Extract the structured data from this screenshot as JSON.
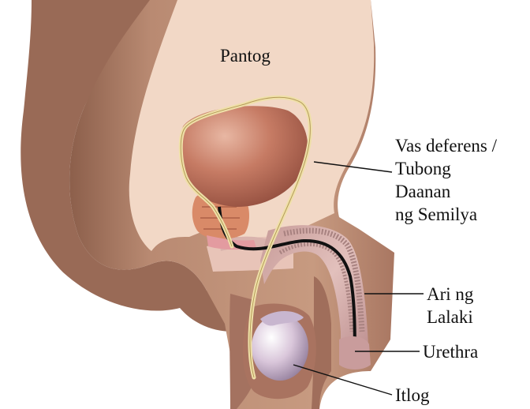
{
  "labels": {
    "bladder": "Pantog",
    "vas_line1": "Vas deferens /",
    "vas_line2": "Tubong",
    "vas_line3": "Daanan",
    "vas_line4": "ng Semilya",
    "penis_line1": "Ari ng",
    "penis_line2": "Lalaki",
    "urethra": "Urethra",
    "testis": "Itlog"
  },
  "colors": {
    "background": "#ffffff",
    "body_skin": "#b98a72",
    "body_shadow": "#8f6350",
    "inner_tissue": "#f1d7c4",
    "bladder": "#b96d56",
    "prostate": "#d98a68",
    "penile_tissue": "#d4aaa7",
    "vas_deferens": "#efe0a8",
    "urethra": "#111111",
    "testis": "#d7c4d6",
    "leader_line": "#111111",
    "label_text": "#111111"
  }
}
